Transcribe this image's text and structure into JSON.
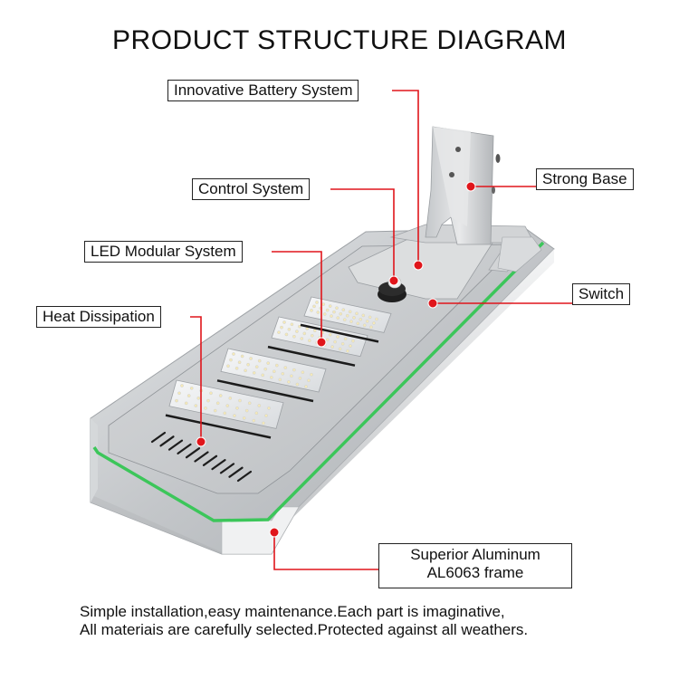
{
  "title": "PRODUCT STRUCTURE DIAGRAM",
  "colors": {
    "leader_line": "#e0151b",
    "accent_green": "#3cc65a",
    "frame_silver": "#c9ccce",
    "label_border": "#222222"
  },
  "labels": {
    "battery": "Innovative Battery System",
    "control": "Control System",
    "led": "LED Modular System",
    "heat": "Heat Dissipation",
    "base": "Strong Base",
    "switch": "Switch",
    "frame_line1": "Superior Aluminum",
    "frame_line2": "AL6063 frame"
  },
  "footer": {
    "line1": "Simple installation,easy maintenance.Each part is imaginative,",
    "line2": "All materiais are carefully selected.Protected against all weathers."
  },
  "product": {
    "name": "solar-led-street-light",
    "led_module_count": 4
  }
}
